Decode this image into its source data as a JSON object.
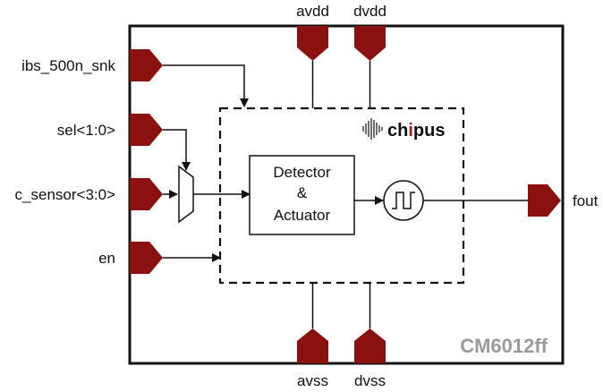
{
  "colors": {
    "pin_fill": "#8b1010",
    "line": "#111111",
    "part_number": "#9a9a9a",
    "brand_accent": "#a01c1c"
  },
  "pins": {
    "left": [
      "ibs_500n_snk",
      "sel<1:0>",
      "c_sensor<3:0>",
      "en"
    ],
    "top": [
      "avdd",
      "dvdd"
    ],
    "bottom": [
      "avss",
      "dvss"
    ],
    "right": [
      "fout"
    ]
  },
  "blocks": {
    "detector_line1": "Detector",
    "detector_line2": "&",
    "detector_line3": "Actuator",
    "oscillator_icon": "square-wave-icon",
    "mux_icon": "mux-icon"
  },
  "brand": {
    "prefix": "ch",
    "accent": "i",
    "suffix": "pus",
    "logo_icon": "waveform-logo-icon"
  },
  "part_number": "CM6012ff"
}
